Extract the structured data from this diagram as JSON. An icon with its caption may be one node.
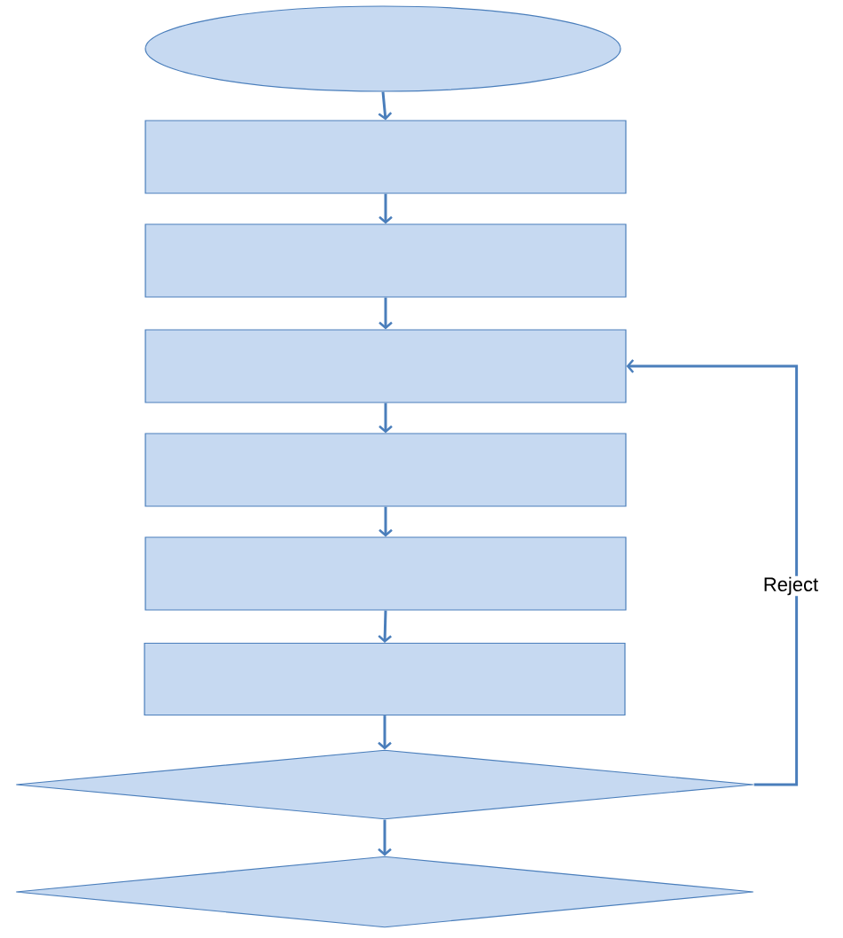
{
  "diagram": {
    "nodes": [
      {
        "text": [],
        "shape": "ellipse"
      },
      {
        "text": [],
        "shape": "box"
      },
      {
        "text": [],
        "shape": "box"
      },
      {
        "text": [],
        "shape": "box"
      },
      {
        "text": [],
        "shape": "box"
      },
      {
        "text": [],
        "shape": "box"
      },
      {
        "text": [],
        "shape": "box"
      },
      {
        "text": [],
        "shape": "diamond"
      },
      {
        "text": [],
        "shape": "diamond"
      }
    ],
    "edges": [
      {
        "from": 0,
        "to": 1,
        "arrow": "to"
      },
      {
        "from": 1,
        "to": 2,
        "arrow": "to"
      },
      {
        "from": 2,
        "to": 3,
        "arrow": "to"
      },
      {
        "from": 3,
        "to": 4,
        "arrow": "to"
      },
      {
        "from": 4,
        "to": 5,
        "arrow": "to"
      },
      {
        "from": 5,
        "to": 6,
        "arrow": "to"
      },
      {
        "from": 6,
        "to": 7,
        "arrow": "to"
      },
      {
        "from": 7,
        "to": 8,
        "arrow": "to"
      },
      {
        "from": 7,
        "to": 3,
        "arrow": "to",
        "label": "Reject"
      }
    ]
  }
}
